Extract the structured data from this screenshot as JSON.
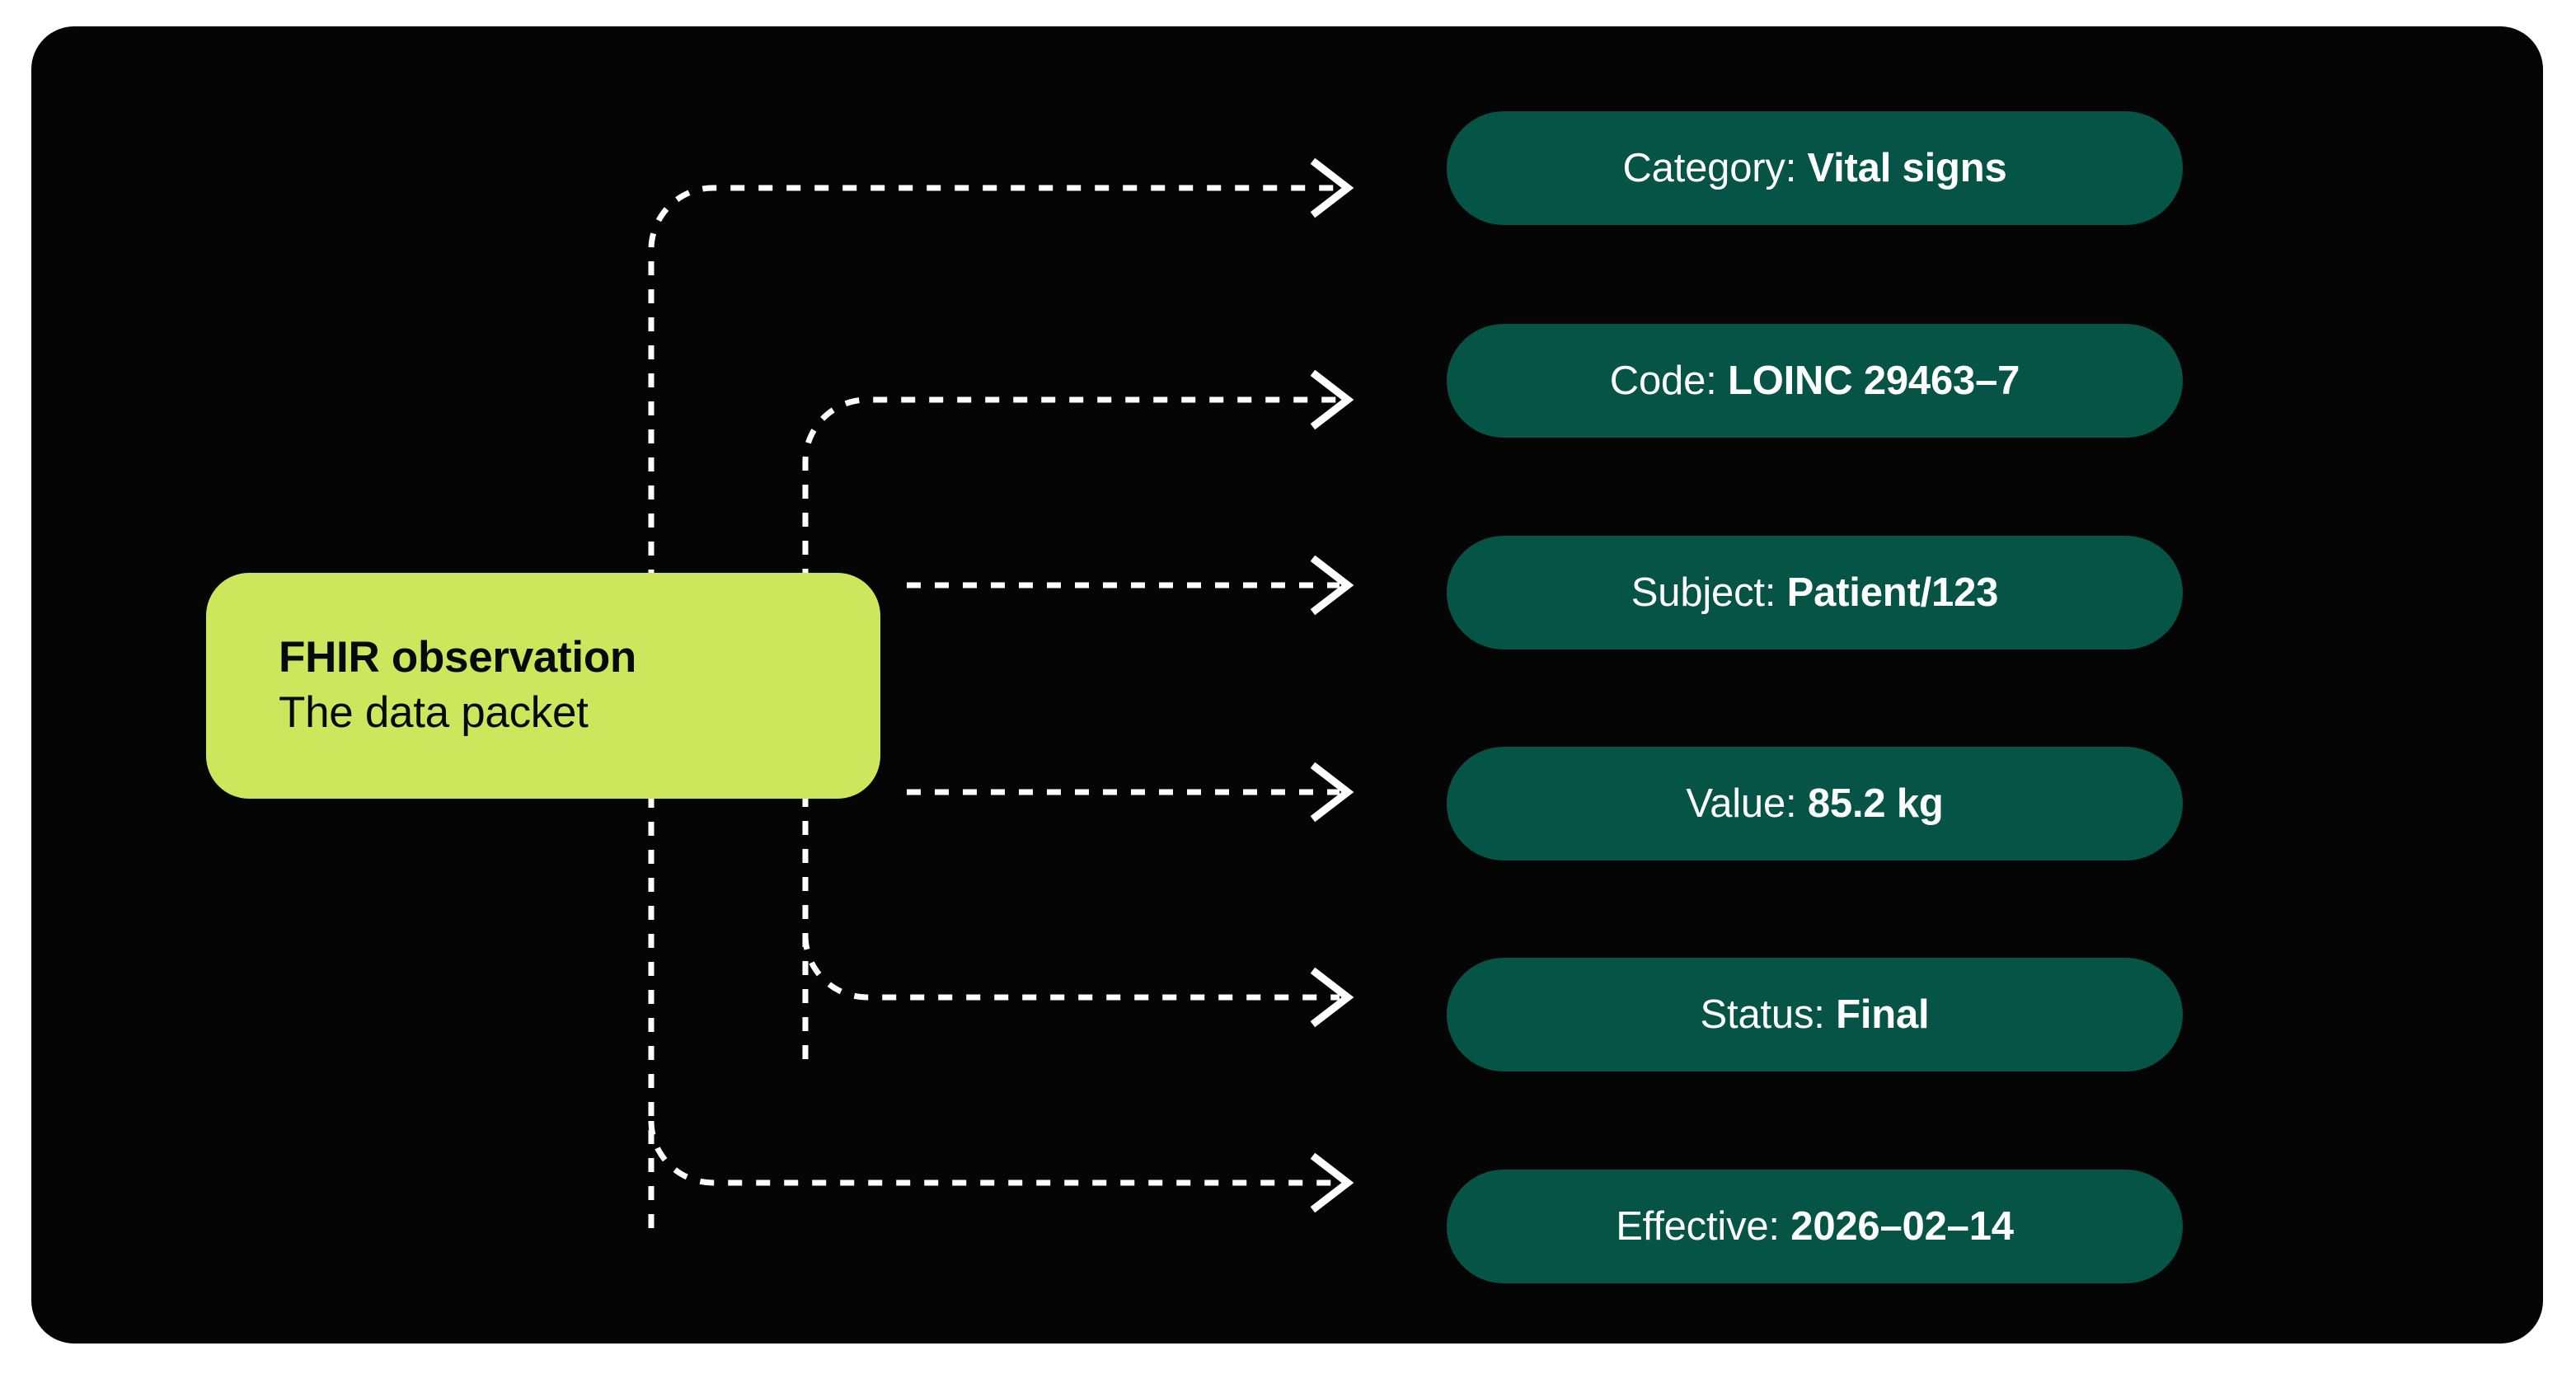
{
  "canvas": {
    "background_color": "#050505",
    "page_background": "#ffffff"
  },
  "source_node": {
    "title": "FHIR observation",
    "subtitle": "The data packet",
    "fill_color": "#cde75c",
    "text_color": "#07090a"
  },
  "attributes": [
    {
      "label": "Category:",
      "value": "Vital signs",
      "fill_color": "#065446",
      "text_color": "#ffffff"
    },
    {
      "label": "Code:",
      "value": "LOINC 29463–7",
      "fill_color": "#065446",
      "text_color": "#ffffff"
    },
    {
      "label": "Subject:",
      "value": "Patient/123",
      "fill_color": "#065446",
      "text_color": "#ffffff"
    },
    {
      "label": "Value:",
      "value": "85.2 kg",
      "fill_color": "#065446",
      "text_color": "#ffffff"
    },
    {
      "label": "Status:",
      "value": "Final",
      "fill_color": "#065446",
      "text_color": "#ffffff"
    },
    {
      "label": "Effective:",
      "value": "2026–02–14",
      "fill_color": "#065446",
      "text_color": "#ffffff"
    }
  ],
  "connectors": {
    "style": "dashed",
    "color": "#ffffff",
    "arrowhead": "chevron",
    "count": 6
  }
}
